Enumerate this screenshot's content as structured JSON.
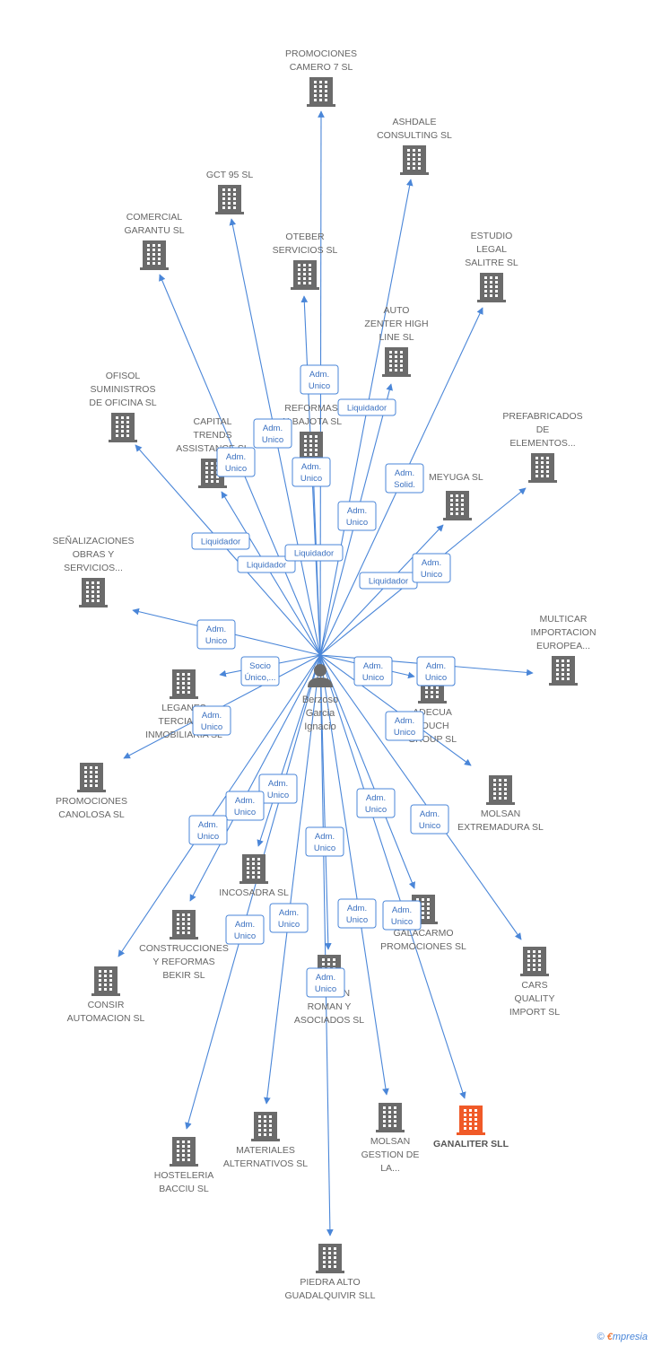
{
  "center": {
    "name_lines": [
      "Berzoso",
      "Garcia",
      "Ignacio"
    ]
  },
  "colors": {
    "edge": "#4a86d8",
    "building": "#6b6b6b",
    "highlight": "#f05a28"
  },
  "nodes": [
    {
      "id": "promociones-camero",
      "lines": [
        "PROMOCIONES",
        "CAMERO 7 SL"
      ],
      "highlight": false
    },
    {
      "id": "ashdale",
      "lines": [
        "ASHDALE",
        "CONSULTING SL"
      ],
      "highlight": false
    },
    {
      "id": "gct95",
      "lines": [
        "GCT 95 SL"
      ],
      "highlight": false
    },
    {
      "id": "comercial-garantu",
      "lines": [
        "COMERCIAL",
        "GARANTU SL"
      ],
      "highlight": false
    },
    {
      "id": "oteber",
      "lines": [
        "OTEBER",
        "SERVICIOS SL"
      ],
      "highlight": false
    },
    {
      "id": "estudio-legal",
      "lines": [
        "ESTUDIO",
        "LEGAL",
        "SALITRE SL"
      ],
      "highlight": false
    },
    {
      "id": "auto-zenter",
      "lines": [
        "AUTO",
        "ZENTER HIGH",
        "LINE SL"
      ],
      "highlight": false
    },
    {
      "id": "ofisol",
      "lines": [
        "OFISOL",
        "SUMINISTROS",
        "DE OFICINA SL"
      ],
      "highlight": false
    },
    {
      "id": "reformas",
      "lines": [
        "REFORMAS",
        "ALBAJOTA SL"
      ],
      "highlight": false
    },
    {
      "id": "capital-trends",
      "lines": [
        "CAPITAL",
        "TRENDS",
        "ASSISTANCE SL"
      ],
      "highlight": false
    },
    {
      "id": "prefabricados",
      "lines": [
        "PREFABRICADOS",
        "DE",
        "ELEMENTOS..."
      ],
      "highlight": false
    },
    {
      "id": "meyuga",
      "lines": [
        "MEYUGA SL"
      ],
      "highlight": false
    },
    {
      "id": "senalizaciones",
      "lines": [
        "SEÑALIZACIONES",
        "OBRAS Y",
        "SERVICIOS..."
      ],
      "highlight": false
    },
    {
      "id": "multicar",
      "lines": [
        "MULTICAR",
        "IMPORTACION",
        "EUROPEA..."
      ],
      "highlight": false
    },
    {
      "id": "leganes",
      "lines": [
        "LEGANES",
        "TERCIARIO",
        "INMOBILIARIA SL"
      ],
      "highlight": false
    },
    {
      "id": "adecua",
      "lines": [
        "ADECUA",
        "TOUCH",
        "GROUP SL"
      ],
      "highlight": false
    },
    {
      "id": "promociones-canolosa",
      "lines": [
        "PROMOCIONES",
        "CANOLOSA SL"
      ],
      "highlight": false
    },
    {
      "id": "molsan-extremadura",
      "lines": [
        "MOLSAN",
        "EXTREMADURA SL"
      ],
      "highlight": false
    },
    {
      "id": "incosadra",
      "lines": [
        "INCOSADRA SL"
      ],
      "highlight": false
    },
    {
      "id": "galacarmo",
      "lines": [
        "GALACARMO",
        "PROMOCIONES SL"
      ],
      "highlight": false
    },
    {
      "id": "construcciones-bekir",
      "lines": [
        "CONSTRUCCIONES",
        "Y REFORMAS",
        "BEKIR SL"
      ],
      "highlight": false
    },
    {
      "id": "consir",
      "lines": [
        "CONSIR",
        "AUTOMACION SL"
      ],
      "highlight": false
    },
    {
      "id": "german-roman",
      "lines": [
        "GERMAN",
        "ROMAN Y",
        "ASOCIADOS SL"
      ],
      "highlight": false
    },
    {
      "id": "cars-quality",
      "lines": [
        "CARS",
        "QUALITY",
        "IMPORT SL"
      ],
      "highlight": false
    },
    {
      "id": "hosteleria-bacciu",
      "lines": [
        "HOSTELERIA",
        "BACCIU  SL"
      ],
      "highlight": false
    },
    {
      "id": "materiales-alternativos",
      "lines": [
        "MATERIALES",
        "ALTERNATIVOS SL"
      ],
      "highlight": false
    },
    {
      "id": "molsan-gestion",
      "lines": [
        "MOLSAN",
        "GESTION DE",
        "LA..."
      ],
      "highlight": false
    },
    {
      "id": "ganaliter",
      "lines": [
        "GANALITER SLL"
      ],
      "highlight": true
    },
    {
      "id": "piedra-alto",
      "lines": [
        "PIEDRA ALTO",
        "GUADALQUIVIR SLL"
      ],
      "highlight": false
    }
  ],
  "relations": [
    {
      "id": "r1",
      "lines": [
        "Adm.",
        "Unico"
      ]
    },
    {
      "id": "r2",
      "lines": [
        "Liquidador"
      ]
    },
    {
      "id": "r3",
      "lines": [
        "Adm.",
        "Unico"
      ]
    },
    {
      "id": "r4",
      "lines": [
        "Adm.",
        "Unico"
      ]
    },
    {
      "id": "r5",
      "lines": [
        "Adm.",
        "Unico"
      ]
    },
    {
      "id": "r6",
      "lines": [
        "Adm.",
        "Solid."
      ]
    },
    {
      "id": "r7",
      "lines": [
        "Adm.",
        "Unico"
      ]
    },
    {
      "id": "r8",
      "lines": [
        "Liquidador"
      ]
    },
    {
      "id": "r9",
      "lines": [
        "Liquidador"
      ]
    },
    {
      "id": "r10",
      "lines": [
        "Liquidador"
      ]
    },
    {
      "id": "r11",
      "lines": [
        "Liquidador"
      ]
    },
    {
      "id": "r12",
      "lines": [
        "Adm.",
        "Unico"
      ]
    },
    {
      "id": "r13",
      "lines": [
        "Adm.",
        "Unico"
      ]
    },
    {
      "id": "r14",
      "lines": [
        "Socio",
        "Único,..."
      ]
    },
    {
      "id": "r15",
      "lines": [
        "Adm.",
        "Unico"
      ]
    },
    {
      "id": "r16",
      "lines": [
        "Adm.",
        "Unico"
      ]
    },
    {
      "id": "r17",
      "lines": [
        "Adm.",
        "Unico"
      ]
    },
    {
      "id": "r18",
      "lines": [
        "Adm.",
        "Unico"
      ]
    },
    {
      "id": "r19",
      "lines": [
        "Adm.",
        "Unico"
      ]
    },
    {
      "id": "r20",
      "lines": [
        "Adm.",
        "Unico"
      ]
    },
    {
      "id": "r21",
      "lines": [
        "Adm.",
        "Unico"
      ]
    },
    {
      "id": "r22",
      "lines": [
        "Adm.",
        "Unico"
      ]
    },
    {
      "id": "r23",
      "lines": [
        "Adm.",
        "Unico"
      ]
    },
    {
      "id": "r24",
      "lines": [
        "Adm.",
        "Unico"
      ]
    },
    {
      "id": "r25",
      "lines": [
        "Adm.",
        "Unico"
      ]
    },
    {
      "id": "r26",
      "lines": [
        "Adm.",
        "Unico"
      ]
    },
    {
      "id": "r27",
      "lines": [
        "Adm.",
        "Unico"
      ]
    },
    {
      "id": "r28",
      "lines": [
        "Adm.",
        "Unico"
      ]
    },
    {
      "id": "r29",
      "lines": [
        "Adm.",
        "Unico"
      ]
    },
    {
      "id": "r30",
      "lines": [
        "Adm.",
        "Unico"
      ]
    }
  ],
  "footer": {
    "copyright": "©",
    "brand_initial": "€",
    "brand_rest": "mpresia"
  }
}
